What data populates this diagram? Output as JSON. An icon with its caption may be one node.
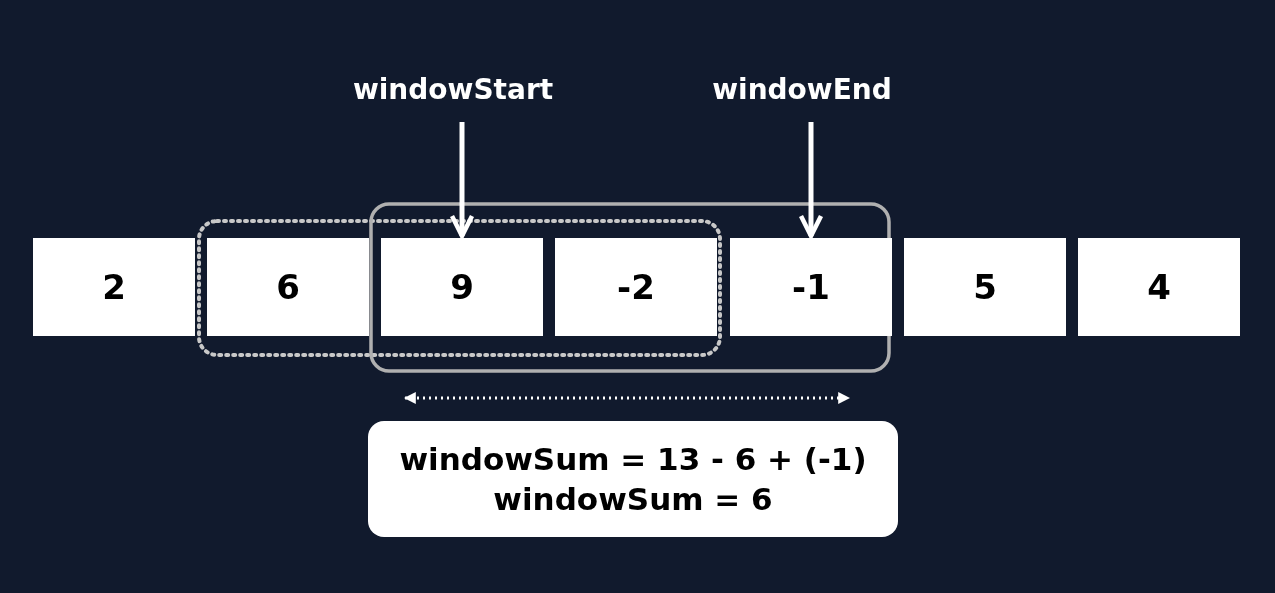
{
  "diagram": {
    "nodes": [
      {
        "text": [
          "windowStart"
        ]
      },
      {
        "text": [
          "windowEnd"
        ]
      },
      {
        "text": [
          "2"
        ]
      },
      {
        "text": [
          "6"
        ]
      },
      {
        "text": [
          "9"
        ]
      },
      {
        "text": [
          "-2"
        ]
      },
      {
        "text": [
          "-1"
        ]
      },
      {
        "text": [
          "5"
        ]
      },
      {
        "text": [
          "4"
        ]
      },
      {
        "text": [
          "windowSum = 13 - 6 + (-1)",
          "windowSum = 6"
        ]
      }
    ],
    "edges": [
      {
        "from": 0,
        "to": 4,
        "arrow": "to"
      },
      {
        "from": 1,
        "to": 6,
        "arrow": "to"
      }
    ]
  }
}
